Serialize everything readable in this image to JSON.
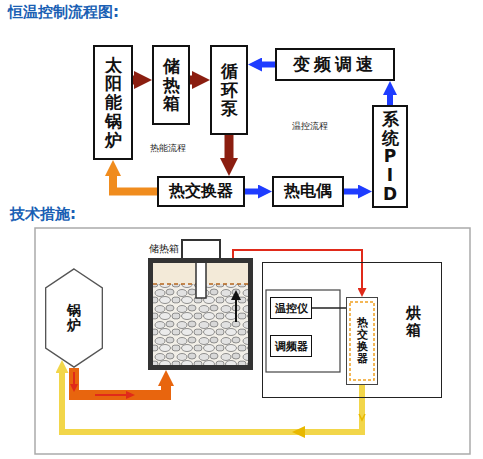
{
  "diagram": {
    "title": "恒温控制流程图:",
    "nodes": [
      {
        "text": [
          "太阳能锅炉"
        ]
      },
      {
        "text": [
          "储热箱"
        ]
      },
      {
        "text": [
          "循环泵"
        ]
      },
      {
        "text": [
          "变频调速"
        ]
      },
      {
        "text": [
          "系统PID"
        ]
      },
      {
        "text": [
          "热交换器"
        ]
      },
      {
        "text": [
          "热电偶"
        ]
      },
      {
        "text": [
          "锅炉"
        ]
      },
      {
        "text": [
          "储热箱"
        ]
      },
      {
        "text": [
          "烘箱"
        ]
      },
      {
        "text": [
          "温控仪"
        ],
        "in": 9
      },
      {
        "text": [
          "调频器"
        ],
        "in": 9
      },
      {
        "text": [
          "热交换器"
        ],
        "in": 9
      }
    ],
    "edges": [
      {
        "from": 0,
        "to": 1,
        "arrow": "to"
      },
      {
        "from": 1,
        "to": 2,
        "arrow": "to"
      },
      {
        "from": 2,
        "to": 5,
        "arrow": "to"
      },
      {
        "from": 5,
        "to": 0,
        "arrow": "to"
      },
      {
        "from": 5,
        "to": 6,
        "arrow": "to"
      },
      {
        "from": 6,
        "to": 4,
        "arrow": "to"
      },
      {
        "from": 4,
        "to": 3,
        "arrow": "to"
      },
      {
        "from": 3,
        "to": 2,
        "arrow": "to"
      },
      {
        "from": 7,
        "to": 8,
        "arrow": "to"
      },
      {
        "from": 8,
        "to": 12,
        "arrow": "to"
      },
      {
        "from": 12,
        "to": 7,
        "arrow": "to"
      },
      {
        "from": 10,
        "to": 12,
        "arrow": "none"
      }
    ],
    "labels": [
      "温控流程",
      "热能流程",
      "技术措施:"
    ]
  }
}
